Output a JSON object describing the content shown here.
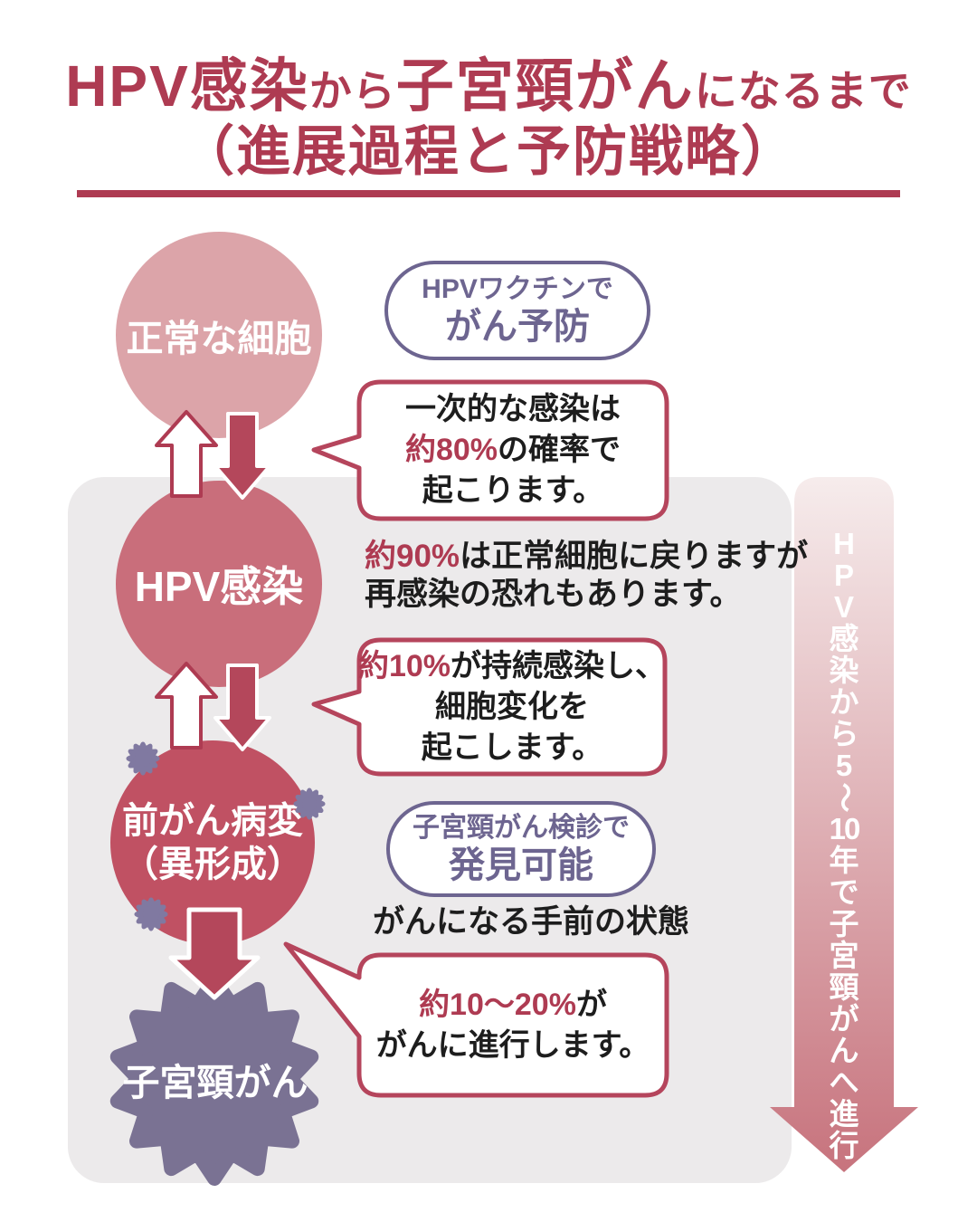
{
  "title": {
    "l1_big1": "HPV感染",
    "l1_small1": "から",
    "l1_big2": "子宮頸がん",
    "l1_small2": "になるまで",
    "l2": "（進展過程と予防戦略）"
  },
  "stages": {
    "s1": "正常な細胞",
    "s2": "HPV感染",
    "s3_line1": "前がん病変",
    "s3_line2": "（異形成）",
    "s4": "子宮頸がん"
  },
  "pills": {
    "vaccine": {
      "line1": "HPVワクチンで",
      "line2": "がん予防"
    },
    "screening": {
      "line1": "子宮頸がん検診で",
      "line2": "発見可能"
    }
  },
  "bubbles": {
    "b1": {
      "line1": "一次的な感染は",
      "line2_accent": "約80%",
      "line2_rest": "の確率で",
      "line3": "起こります。"
    },
    "b2": {
      "line1_accent": "約10%",
      "line1_rest": "が持続感染し、",
      "line2": "細胞変化を",
      "line3": "起こします。"
    },
    "b3": {
      "line1_accent": "約10〜20%",
      "line1_rest": "が",
      "line2": "がんに進行します。"
    }
  },
  "notes": {
    "n90_accent": "約90%",
    "n90_rest": "は正常細胞に戻りますが",
    "n90_line2": "再感染の恐れもあります。",
    "state": "がんになる手前の状態"
  },
  "side_arrow": {
    "label": "HPV感染から5〜10年で子宮頸がんへ進行",
    "tokens": [
      "H",
      "P",
      "V",
      "感",
      "染",
      "か",
      "ら",
      "5",
      "〜",
      "10",
      "年",
      "で",
      "子",
      "宮",
      "頸",
      "が",
      "ん",
      "へ",
      "進",
      "行"
    ]
  },
  "colors": {
    "accent_red": "#ae3b52",
    "arrow_red": "#b4475b",
    "circle_normal": "#dca4a9",
    "circle_hpv": "#c96e7b",
    "circle_precancer": "#c05163",
    "starburst_purple": "#7a7293",
    "virus_purple": "#8079a1",
    "pill_purple": "#6d6590",
    "panel_gray": "#eceaeb",
    "gradient_top": "#f6ecec",
    "gradient_bottom": "#c7737d",
    "text_black": "#1d1d1d"
  }
}
